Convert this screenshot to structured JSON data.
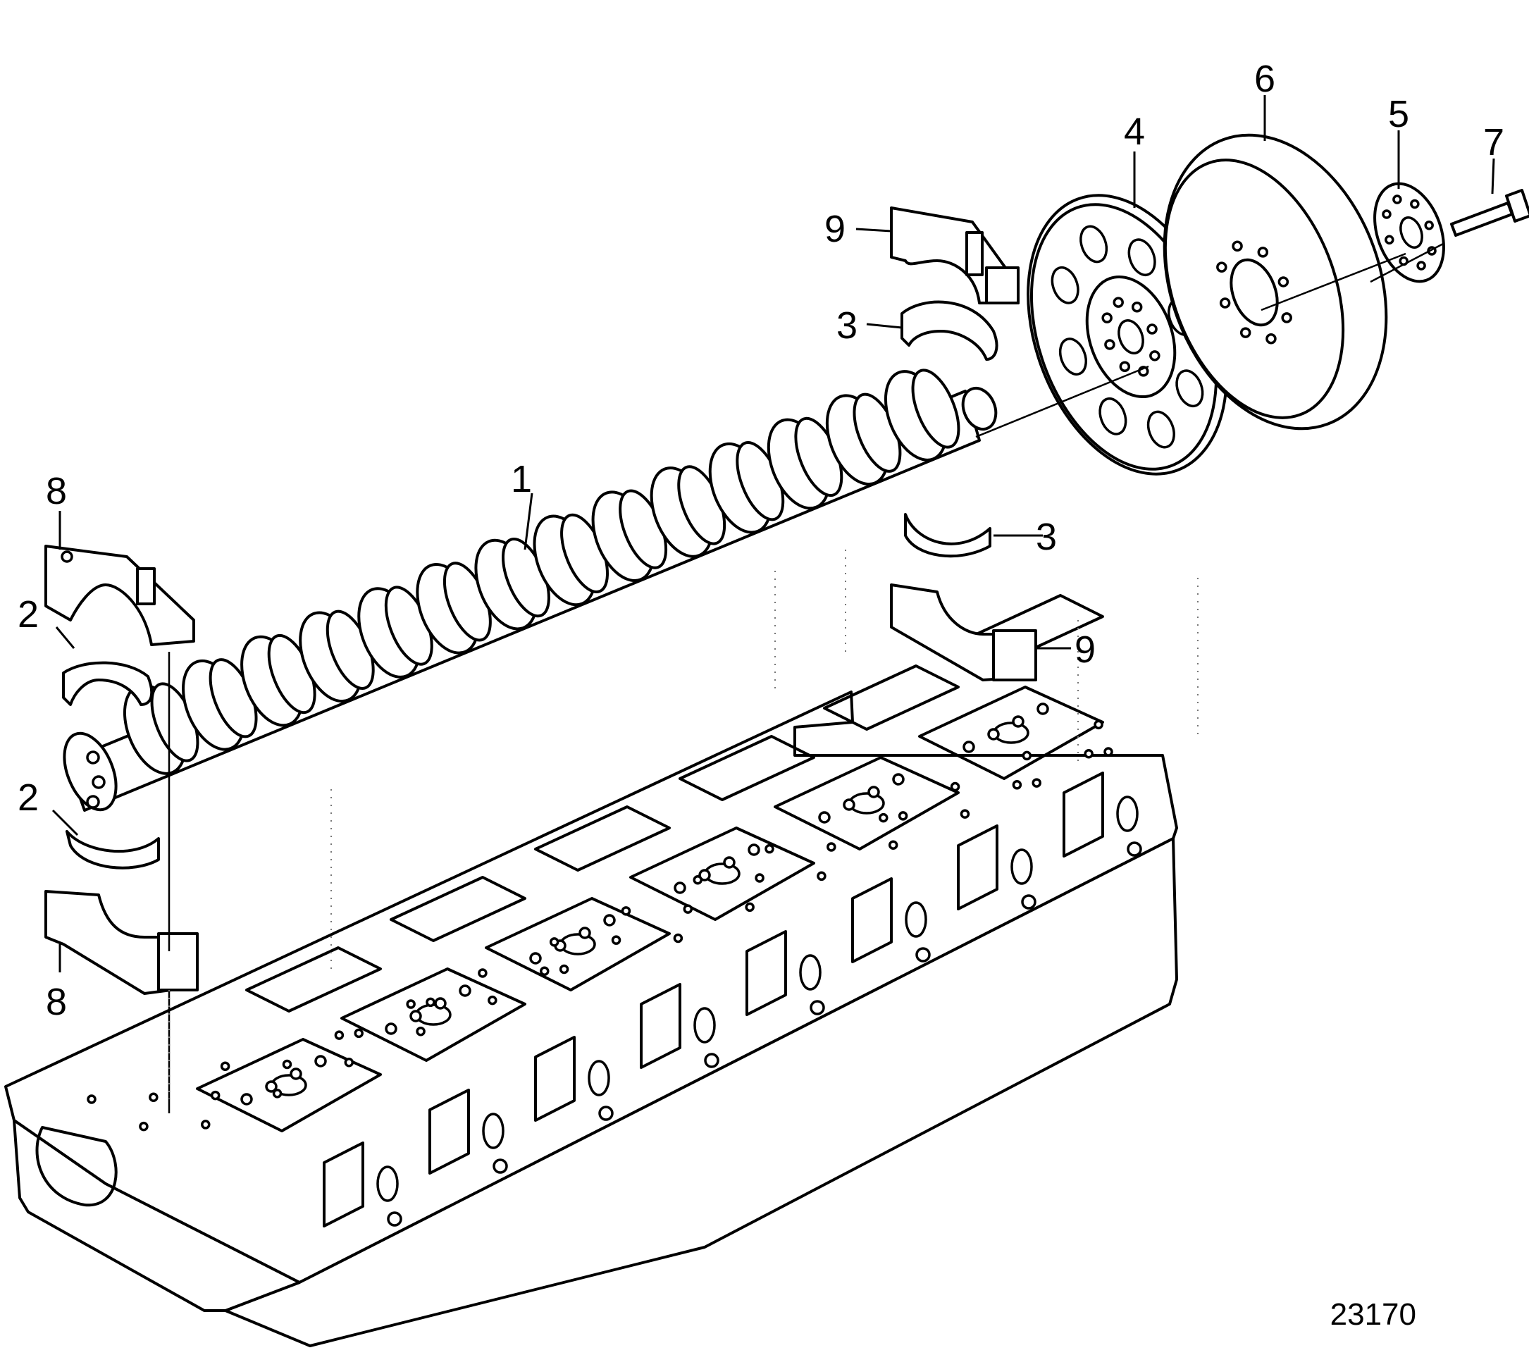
{
  "callouts": [
    {
      "id": "1",
      "text": "1"
    },
    {
      "id": "2a",
      "text": "2"
    },
    {
      "id": "2b",
      "text": "2"
    },
    {
      "id": "3a",
      "text": "3"
    },
    {
      "id": "3b",
      "text": "3"
    },
    {
      "id": "4",
      "text": "4"
    },
    {
      "id": "5",
      "text": "5"
    },
    {
      "id": "6",
      "text": "6"
    },
    {
      "id": "7",
      "text": "7"
    },
    {
      "id": "8a",
      "text": "8"
    },
    {
      "id": "8b",
      "text": "8"
    },
    {
      "id": "9a",
      "text": "9"
    },
    {
      "id": "9b",
      "text": "9"
    }
  ],
  "figure_number": "23170"
}
